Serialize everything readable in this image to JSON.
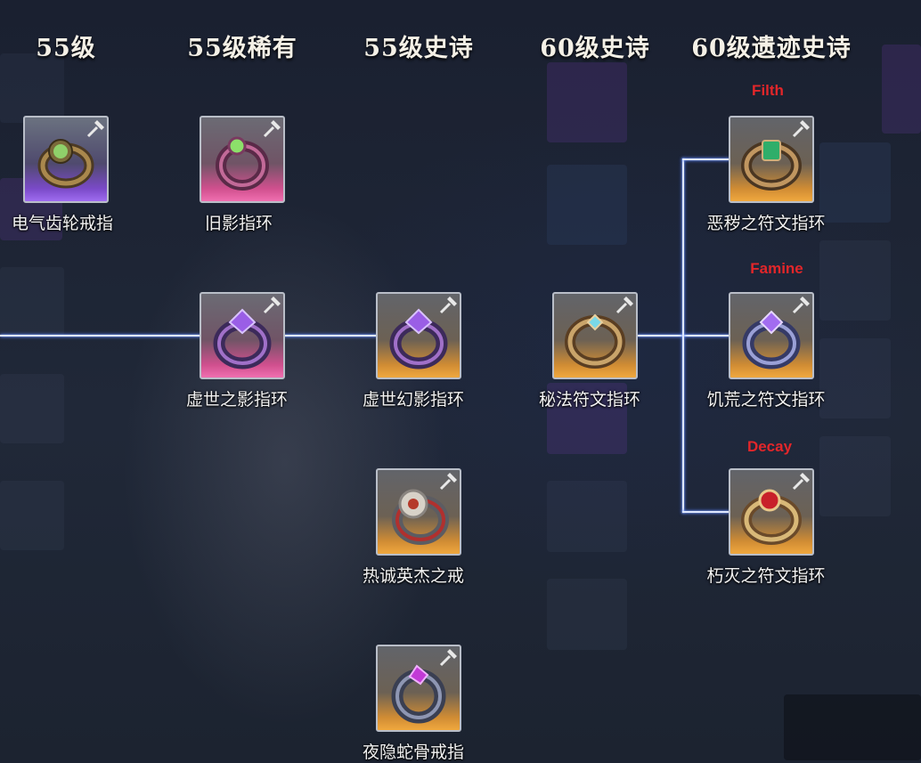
{
  "headers": [
    "55级",
    "55级稀有",
    "55级史诗",
    "60级史诗",
    "60级遗迹史诗"
  ],
  "tags": {
    "filth": "Filth",
    "famine": "Famine",
    "decay": "Decay"
  },
  "items": {
    "electric_gear_ring": {
      "name": "电气齿轮戒指",
      "rarity": "purple"
    },
    "old_shadow_ring": {
      "name": "旧影指环",
      "rarity": "pink"
    },
    "void_shadow_ring": {
      "name": "虚世之影指环",
      "rarity": "pink"
    },
    "void_phantom_ring": {
      "name": "虚世幻影指环",
      "rarity": "orange"
    },
    "zealous_hero_ring": {
      "name": "热诚英杰之戒",
      "rarity": "orange"
    },
    "night_serpent_ring": {
      "name": "夜隐蛇骨戒指",
      "rarity": "orange"
    },
    "arcane_rune_ring": {
      "name": "秘法符文指环",
      "rarity": "orange"
    },
    "filth_rune_ring": {
      "name": "恶秽之符文指环",
      "rarity": "orange"
    },
    "famine_rune_ring": {
      "name": "饥荒之符文指环",
      "rarity": "orange"
    },
    "decay_rune_ring": {
      "name": "朽灭之符文指环",
      "rarity": "orange"
    }
  },
  "colors": {
    "purple": "#8a5ce0",
    "pink": "#e35ca0",
    "orange": "#e89a38",
    "tag": "#e2262a",
    "line": "#dfe8ff"
  },
  "icons": [
    "hammer-icon",
    "ring-icon"
  ]
}
